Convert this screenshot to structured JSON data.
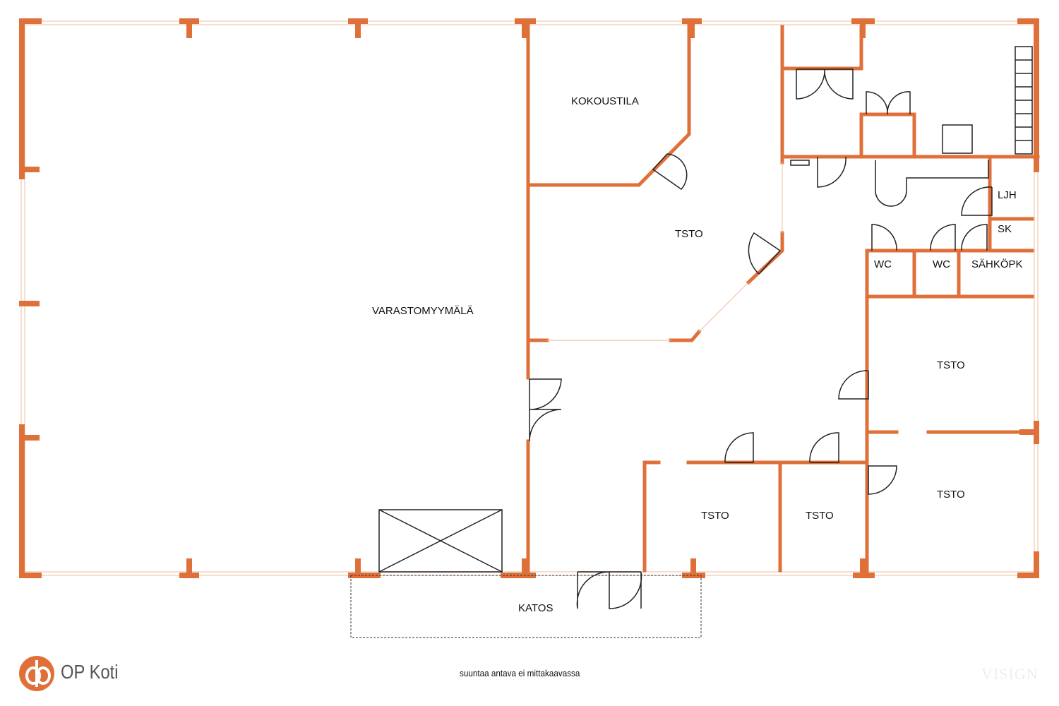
{
  "rooms": {
    "varastomyymala": "VARASTOMYYMÄLÄ",
    "kokoustila": "KOKOUSTILA",
    "tsto_upper": "TSTO",
    "ljh": "LJH",
    "sk": "SK",
    "wc1": "WC",
    "wc2": "WC",
    "sahkopk": "SÄHKÖPK",
    "tsto_right_upper": "TSTO",
    "tsto_right_lower": "TSTO",
    "tsto_bottom_left": "TSTO",
    "tsto_bottom_mid": "TSTO",
    "katos": "KATOS"
  },
  "footer": {
    "brand": "OP Koti",
    "note": "suuntaa antava ei mittakaavassa",
    "watermark": "VISIGN"
  },
  "colors": {
    "wall": "#e0703a"
  }
}
